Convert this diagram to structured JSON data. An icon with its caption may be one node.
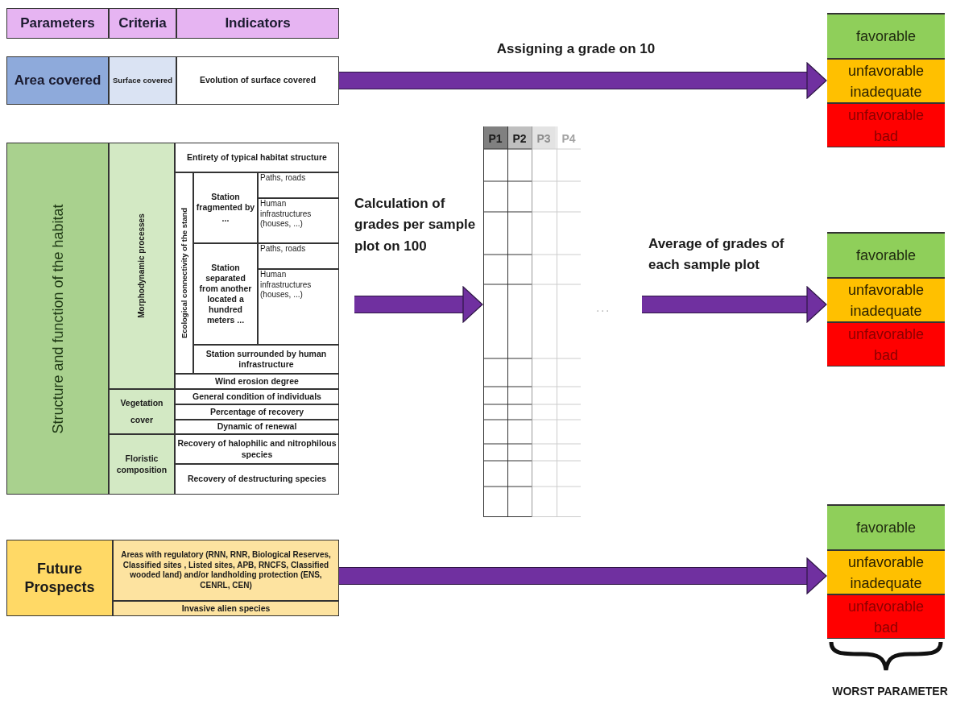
{
  "diagram": {
    "nodes": [
      {
        "text": [
          "Parameters"
        ]
      },
      {
        "text": [
          "Criteria"
        ]
      },
      {
        "text": [
          "Indicators"
        ]
      },
      {
        "text": [
          "Area covered"
        ]
      },
      {
        "text": [
          "Surface covered"
        ]
      },
      {
        "text": [
          "Evolution of surface covered"
        ]
      },
      {
        "text": [
          "Structure and function of the habitat"
        ]
      },
      {
        "text": [
          "Morphodynamic processes"
        ]
      },
      {
        "text": [
          "Entirety of typical habitat structure"
        ]
      },
      {
        "text": [
          "Ecological connectivity of the stand"
        ]
      },
      {
        "text": [
          "Station fragmented by ..."
        ]
      },
      {
        "text": [
          "Paths, roads"
        ]
      },
      {
        "text": [
          "Human infrastructures (houses, ...)"
        ]
      },
      {
        "text": [
          "Station separated from another located a hundred meters ..."
        ]
      },
      {
        "text": [
          "Paths, roads"
        ]
      },
      {
        "text": [
          "Human infrastructures (houses, ...)"
        ]
      },
      {
        "text": [
          "Station surrounded by human infrastructure"
        ]
      },
      {
        "text": [
          "Wind erosion degree"
        ]
      },
      {
        "text": [
          "Vegetation cover"
        ]
      },
      {
        "text": [
          "General condition of individuals"
        ]
      },
      {
        "text": [
          "Percentage of recovery"
        ]
      },
      {
        "text": [
          "Dynamic of renewal"
        ]
      },
      {
        "text": [
          "Floristic composition"
        ]
      },
      {
        "text": [
          "Recovery of halophilic and nitrophilous species"
        ]
      },
      {
        "text": [
          "Recovery of destructuring species"
        ]
      },
      {
        "text": [
          "Future Prospects"
        ]
      },
      {
        "text": [
          "Areas with regulatory (RNN, RNR, Biological Reserves, Classified sites , Listed sites, APB, RNCFS, Classified wooded land) and/or landholding protection  (ENS, CENRL, CEN)"
        ]
      },
      {
        "text": [
          "Invasive alien species"
        ]
      },
      {
        "text": [
          "P1",
          "P2",
          "P3",
          "P4"
        ]
      },
      {
        "text": [],
        "shape": "box"
      },
      {
        "text": [
          "favorable"
        ],
        "in": 29
      },
      {
        "text": [
          "unfavorable inadequate"
        ],
        "in": 29
      },
      {
        "text": [
          "unfavorable bad"
        ],
        "in": 29
      },
      {
        "text": [],
        "shape": "box"
      },
      {
        "text": [
          "favorable"
        ],
        "in": 33
      },
      {
        "text": [
          "unfavorable inadequate"
        ],
        "in": 33
      },
      {
        "text": [
          "unfavorable bad"
        ],
        "in": 33
      },
      {
        "text": [],
        "shape": "box"
      },
      {
        "text": [
          "favorable"
        ],
        "in": 37
      },
      {
        "text": [
          "unfavorable inadequate"
        ],
        "in": 37
      },
      {
        "text": [
          "unfavorable bad"
        ],
        "in": 37
      }
    ],
    "edges": [
      {
        "from": 5,
        "to": 29,
        "arrow": "to",
        "label": "Assigning a grade on 10"
      },
      {
        "from": null,
        "to": 28,
        "arrow": "to",
        "label": "Calculation of grades per sample plot on 100"
      },
      {
        "from": null,
        "to": 33,
        "arrow": "to",
        "label": "Average of grades of each sample plot"
      },
      {
        "from": 26,
        "to": 37,
        "arrow": "to"
      }
    ],
    "labels": [
      "...",
      "WORST PARAMETER"
    ]
  }
}
